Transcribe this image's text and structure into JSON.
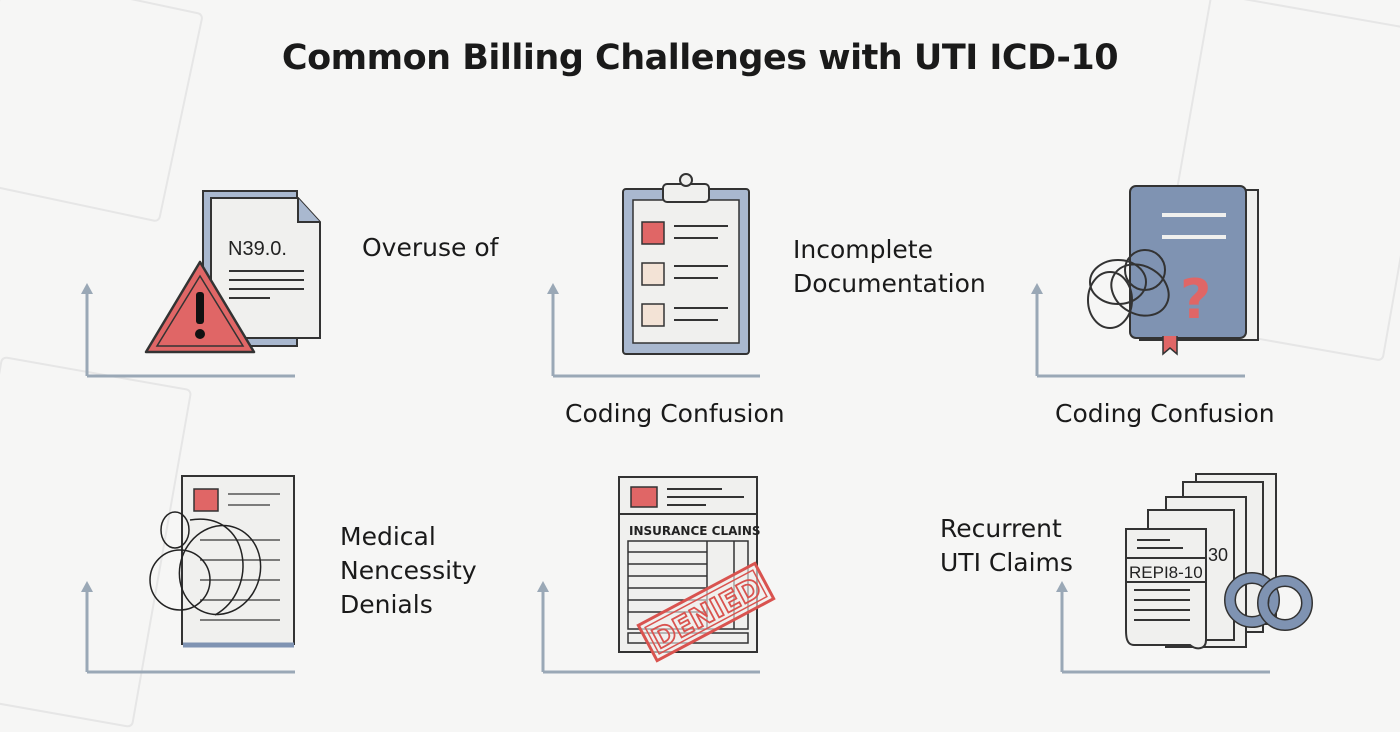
{
  "title": "Common Billing Challenges with UTI ICD-10",
  "colors": {
    "accent_red": "#e06666",
    "slate_blue": "#7f93b2",
    "arrow": "#9aa8b6",
    "paper": "#f0f0ee"
  },
  "panels": [
    {
      "icon": "document-warning-icon",
      "code": "N39.0.",
      "label_lines": [
        "Overuse of"
      ]
    },
    {
      "icon": "clipboard-checklist-icon",
      "label_lines": [
        "Incomplete",
        "Documentation"
      ]
    },
    {
      "icon": "book-question-icon",
      "caption": "Coding Confusion"
    },
    {
      "icon": "tangled-document-icon",
      "label_lines": [
        "Medical",
        "Nencessity",
        "Denials"
      ]
    },
    {
      "icon": "denied-claim-icon",
      "form_title": "INSURANCE CLAINS",
      "stamp": "DENIED",
      "caption": "Coding Confusion"
    },
    {
      "icon": "stacked-records-chain-icon",
      "code": "REPI8-10",
      "code2": "30",
      "label_lines": [
        "Recurrent",
        "UTI Claims"
      ]
    }
  ]
}
